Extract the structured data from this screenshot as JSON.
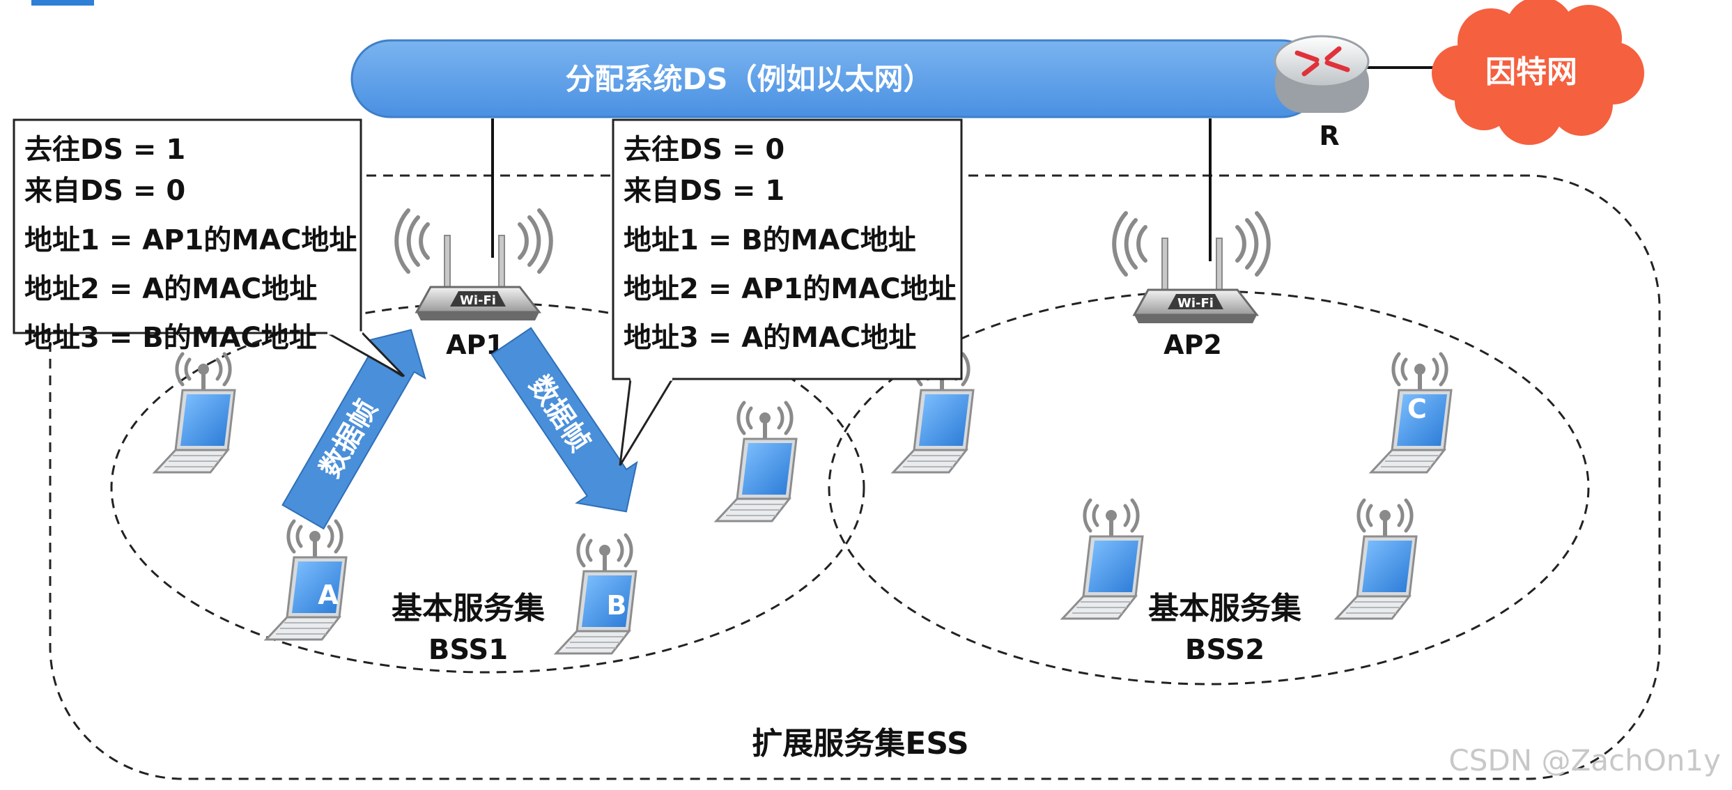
{
  "ds_bar": {
    "label": "分配系统DS（例如以太网）"
  },
  "router": {
    "label": "R"
  },
  "internet": {
    "label": "因特网"
  },
  "aps": [
    {
      "label": "AP1"
    },
    {
      "label": "AP2"
    }
  ],
  "stations": {
    "a": "A",
    "b": "B",
    "c": "C"
  },
  "frames": {
    "left": "数据帧",
    "right": "数据帧"
  },
  "callout_left": {
    "lines": [
      "去往DS = 1",
      "来自DS = 0",
      "地址1 = AP1的MAC地址",
      "地址2 = A的MAC地址",
      "地址3 = B的MAC地址"
    ]
  },
  "callout_right": {
    "lines": [
      "去往DS = 0",
      "来自DS = 1",
      "地址1 = B的MAC地址",
      "地址2 = AP1的MAC地址",
      "地址3 = A的MAC地址"
    ]
  },
  "bss1": {
    "title": "基本服务集",
    "id": "BSS1"
  },
  "bss2": {
    "title": "基本服务集",
    "id": "BSS2"
  },
  "ess": {
    "label": "扩展服务集ESS"
  },
  "watermark": "CSDN @ZachOn1y",
  "colors": {
    "ds_blue": "#5b9fe6",
    "internet_orange": "#f5603f",
    "laptop_screen": "#3f8fe0",
    "frame_arrow": "#4a8fd9"
  }
}
